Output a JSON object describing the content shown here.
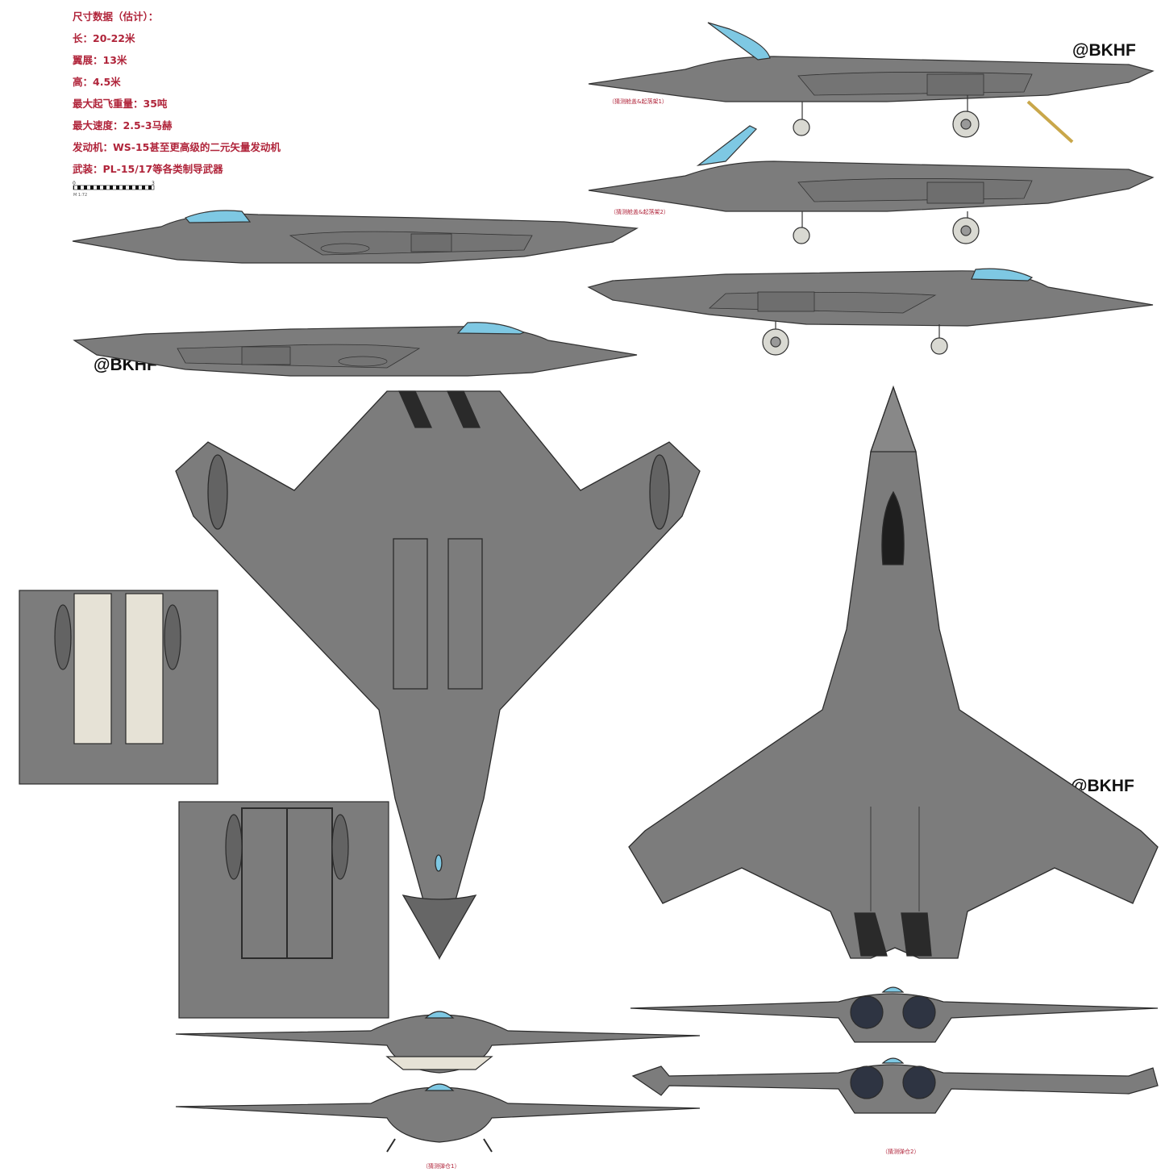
{
  "specs": {
    "heading": "尺寸数据（估计）：",
    "length": "长：20-22米",
    "span": "翼展：13米",
    "height": "高：4.5米",
    "mtow": "最大起飞重量：35吨",
    "speed": "最大速度：2.5-3马赫",
    "engine": "发动机：WS-15甚至更高级的二元矢量发动机",
    "armament": "武装：PL-15/17等各类制导武器"
  },
  "scale_bar": {
    "start": "0",
    "end": "3",
    "ratio": "M 1:72"
  },
  "watermarks": [
    "@BKHF",
    "@BKHF",
    "@BKHF"
  ],
  "captions": {
    "side1": "（猜测舱盖&起落架1）",
    "side2": "（猜测舱盖&起落架2）",
    "bay1": "（猜测弹仓1）",
    "bay2": "（猜测弹仓2）"
  },
  "colors": {
    "text_red": "#b0243a",
    "airframe_gray": "#7c7c7c",
    "canopy_blue": "#7ec8e3",
    "bay_light": "#e6e2d6"
  }
}
